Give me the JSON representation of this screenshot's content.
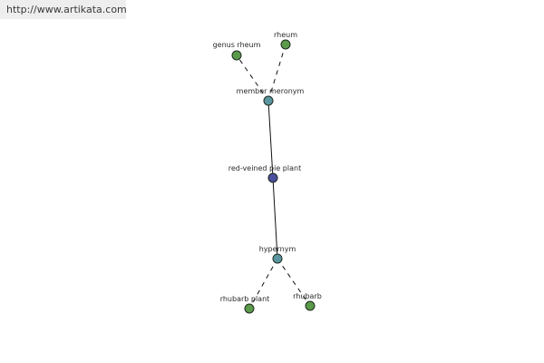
{
  "watermark": {
    "text": "http://www.artikata.com"
  },
  "colors": {
    "leaf_node": "#5a9a4a",
    "relation_node": "#5a96a0",
    "center_node": "#4b4f9c",
    "edge": "#111111",
    "watermark_bg": "#eeeeee"
  },
  "graph": {
    "nodes": {
      "genus_rheum": {
        "label": "genus rheum",
        "kind": "leaf"
      },
      "rheum": {
        "label": "rheum",
        "kind": "leaf"
      },
      "member_meronym": {
        "label": "member meronym",
        "kind": "relation"
      },
      "center": {
        "label": "red-veined pie plant",
        "kind": "center"
      },
      "hypernym": {
        "label": "hypernym",
        "kind": "relation"
      },
      "rhubarb_plant": {
        "label": "rhubarb plant",
        "kind": "leaf"
      },
      "rhubarb": {
        "label": "rhubarb",
        "kind": "leaf"
      }
    },
    "edges": [
      {
        "from": "center",
        "to": "member_meronym",
        "style": "solid"
      },
      {
        "from": "center",
        "to": "hypernym",
        "style": "solid"
      },
      {
        "from": "member_meronym",
        "to": "genus_rheum",
        "style": "dashed"
      },
      {
        "from": "member_meronym",
        "to": "rheum",
        "style": "dashed"
      },
      {
        "from": "hypernym",
        "to": "rhubarb_plant",
        "style": "dashed"
      },
      {
        "from": "hypernym",
        "to": "rhubarb",
        "style": "dashed"
      }
    ]
  }
}
